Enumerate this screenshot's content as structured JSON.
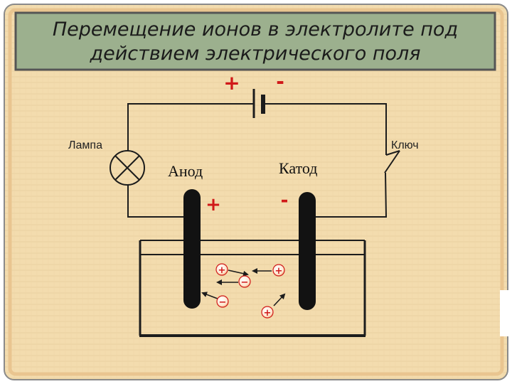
{
  "slide": {
    "title_line1": "Перемещение ионов в электролите под",
    "title_line2": "действием электрического поля"
  },
  "diagram": {
    "battery_plus": "+",
    "battery_minus": "-",
    "lamp_label": "Лампа",
    "switch_label": "Ключ",
    "anode_label": "Анод",
    "cathode_label": "Катод",
    "anode_sign": "+",
    "cathode_sign": "-",
    "ions": [
      {
        "charge": "+"
      },
      {
        "charge": "−"
      },
      {
        "charge": "+"
      },
      {
        "charge": "−"
      },
      {
        "charge": "+"
      }
    ]
  },
  "colors": {
    "background": "#f3dcae",
    "frame": "#8a8a8a",
    "title_panel": "#9cb08e",
    "wire": "#1c1c1c",
    "electrode": "#121212",
    "sign_red": "#d01818"
  }
}
